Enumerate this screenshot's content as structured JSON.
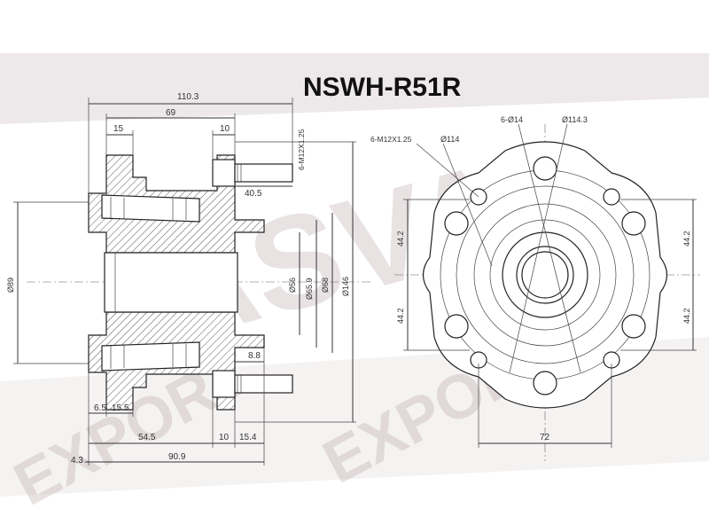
{
  "title": "NSWH-R51R",
  "watermark": {
    "brand": "ASVA",
    "word": "EXPORT",
    "color": "#9c7f84"
  },
  "left_dims": {
    "overall_length": "110.3",
    "flange_to_stud": "69",
    "flange_width": "15",
    "stud_head": "10",
    "stud_thread": "6-M12X1.25",
    "stud_length": "40.5",
    "d56": "Ø56",
    "d65_9": "Ø65.9",
    "d68": "Ø68",
    "d146": "Ø146",
    "d89": "Ø89",
    "spacer": "8.8",
    "bottom_6_5": "6.5",
    "bottom_15_5": "15.5",
    "bottom_54_5": "54.5",
    "bottom_10": "10",
    "bottom_15_4": "15.4",
    "bottom_90_9": "90.9",
    "bottom_4_3": "4.3"
  },
  "right_dims": {
    "holes": "6-Ø14",
    "pcd_114_3": "Ø114.3",
    "thread": "6-M12X1.25",
    "pcd_114": "Ø114",
    "left_top": "44.2",
    "left_bottom": "44.2",
    "right_top": "44.2",
    "right_bottom": "44.2",
    "width_72": "72"
  }
}
